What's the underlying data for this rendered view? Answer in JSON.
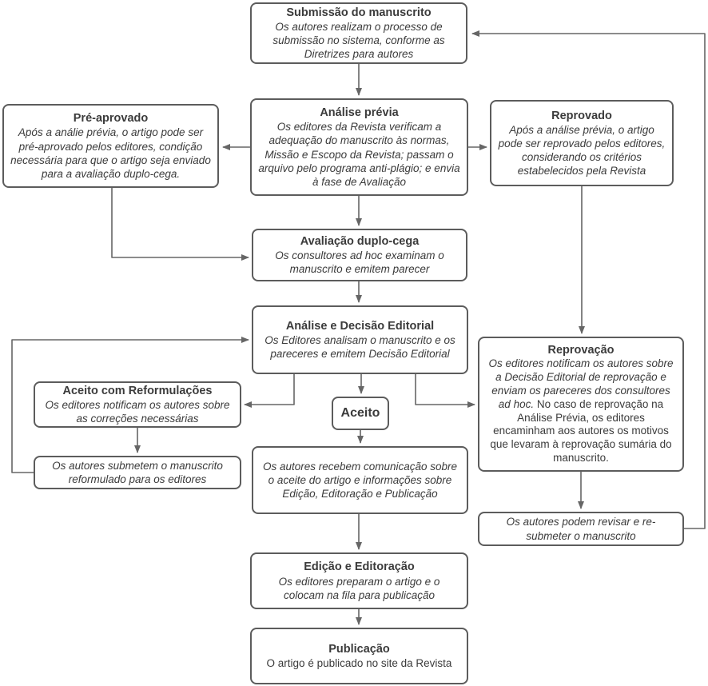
{
  "colors": {
    "bg": "#ffffff",
    "border": "#5c5c5c",
    "arrow": "#666666",
    "text": "#3b3b3b"
  },
  "nodes": {
    "submissao": {
      "title": "Submissão do manuscrito",
      "body_italic": "Os autores realizam o processo de submissão no sistema, conforme as Diretrizes para autores"
    },
    "analise_previa": {
      "title": "Análise prévia",
      "body_italic": "Os editores da Revista verificam a adequação do manuscrito às normas, Missão e Escopo da Revista; passam o arquivo pelo programa anti-plágio; e envia à fase de Avaliação"
    },
    "pre_aprovado": {
      "title": "Pré-aprovado",
      "body_italic": "Após a análie prévia, o artigo pode ser pré-aprovado pelos editores, condição necessária para que o artigo seja enviado para a avaliação duplo-cega."
    },
    "reprovado": {
      "title": "Reprovado",
      "body_italic": "Após a análise prévia, o artigo pode ser reprovado pelos editores, considerando os critérios estabelecidos pela Revista"
    },
    "avaliacao": {
      "title": "Avaliação duplo-cega",
      "body_italic": "Os consultores ad hoc examinam o manuscrito e emitem parecer"
    },
    "analise_decisao": {
      "title": "Análise e Decisão Editorial",
      "body_italic": "Os Editores analisam o manuscrito e os pareceres e emitem Decisão Editorial"
    },
    "aceito_reformulacoes": {
      "title": "Aceito com Reformulações",
      "body_italic": "Os editores notificam os autores sobre as correções necessárias"
    },
    "submetem_reformulado": {
      "body_italic": "Os autores submetem o manuscrito reformulado para os editores"
    },
    "aceito": {
      "title": "Aceito"
    },
    "reprovacao": {
      "title": "Reprovação",
      "body_italic": "Os editores notificam os autores sobre a Decisão Editorial de reprovação e enviam os pareceres dos consultores ad hoc.",
      "body_regular": " No caso de reprovação na Análise Prévia, os editores encaminham aos autores os motivos que levaram à reprovação sumária do manuscrito."
    },
    "recebem_comunicacao": {
      "body_italic": "Os autores recebem comunicação sobre o aceite do artigo e informações sobre Edição, Editoração e Publicação"
    },
    "edicao_editoracao": {
      "title": "Edição e Editoração",
      "body_italic": "Os editores preparam o artigo e o colocam na fila para publicação"
    },
    "publicacao": {
      "title": "Publicação",
      "body_regular": "O artigo é publicado no site da Revista"
    },
    "revisar_resubmeter": {
      "body_italic": "Os autores podem revisar e re-submeter o manuscrito"
    }
  },
  "edges": [
    {
      "from": "submissao",
      "to": "analise_previa"
    },
    {
      "from": "analise_previa",
      "to": "pre_aprovado"
    },
    {
      "from": "analise_previa",
      "to": "reprovado"
    },
    {
      "from": "analise_previa",
      "to": "avaliacao"
    },
    {
      "from": "pre_aprovado",
      "to": "avaliacao"
    },
    {
      "from": "avaliacao",
      "to": "analise_decisao"
    },
    {
      "from": "analise_decisao",
      "to": "aceito_reformulacoes"
    },
    {
      "from": "analise_decisao",
      "to": "aceito"
    },
    {
      "from": "analise_decisao",
      "to": "reprovacao"
    },
    {
      "from": "aceito_reformulacoes",
      "to": "submetem_reformulado"
    },
    {
      "from": "submetem_reformulado",
      "to": "analise_decisao"
    },
    {
      "from": "aceito",
      "to": "recebem_comunicacao"
    },
    {
      "from": "recebem_comunicacao",
      "to": "edicao_editoracao"
    },
    {
      "from": "edicao_editoracao",
      "to": "publicacao"
    },
    {
      "from": "reprovado",
      "to": "reprovacao"
    },
    {
      "from": "reprovacao",
      "to": "revisar_resubmeter"
    },
    {
      "from": "revisar_resubmeter",
      "to": "submissao"
    }
  ]
}
